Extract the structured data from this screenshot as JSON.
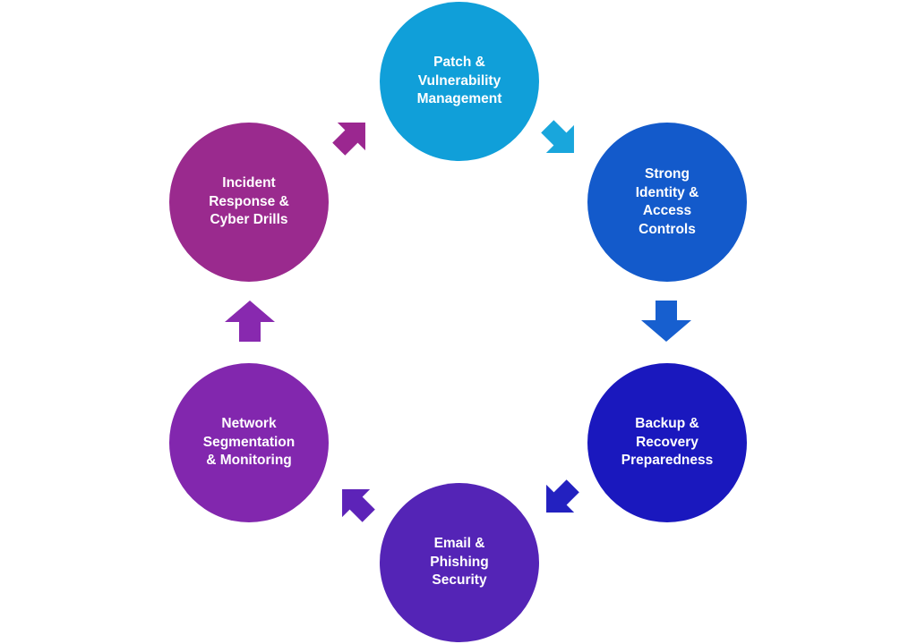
{
  "diagram": {
    "type": "cycle",
    "steps": [
      {
        "label": "Patch &\nVulnerability\nManagement",
        "color": "#109FD9"
      },
      {
        "label": "Strong\nIdentity &\nAccess\nControls",
        "color": "#135ACB"
      },
      {
        "label": "Backup &\nRecovery\nPreparedness",
        "color": "#1A18BE"
      },
      {
        "label": "Email &\nPhishing\nSecurity",
        "color": "#5424B6"
      },
      {
        "label": "Network\nSegmentation\n& Monitoring",
        "color": "#8227AE"
      },
      {
        "label": "Incident\nResponse &\nCyber Drills",
        "color": "#9A2A8E"
      }
    ],
    "arrows": [
      {
        "from": 1,
        "to": 2,
        "color": "#19A6DC",
        "direction": "down-right"
      },
      {
        "from": 2,
        "to": 3,
        "color": "#175FCF",
        "direction": "down"
      },
      {
        "from": 3,
        "to": 4,
        "color": "#2321C0",
        "direction": "down-left"
      },
      {
        "from": 4,
        "to": 5,
        "color": "#5D23B8",
        "direction": "up-left"
      },
      {
        "from": 5,
        "to": 6,
        "color": "#8829AF",
        "direction": "up"
      },
      {
        "from": 6,
        "to": 1,
        "color": "#9B2790",
        "direction": "up-right"
      }
    ]
  }
}
